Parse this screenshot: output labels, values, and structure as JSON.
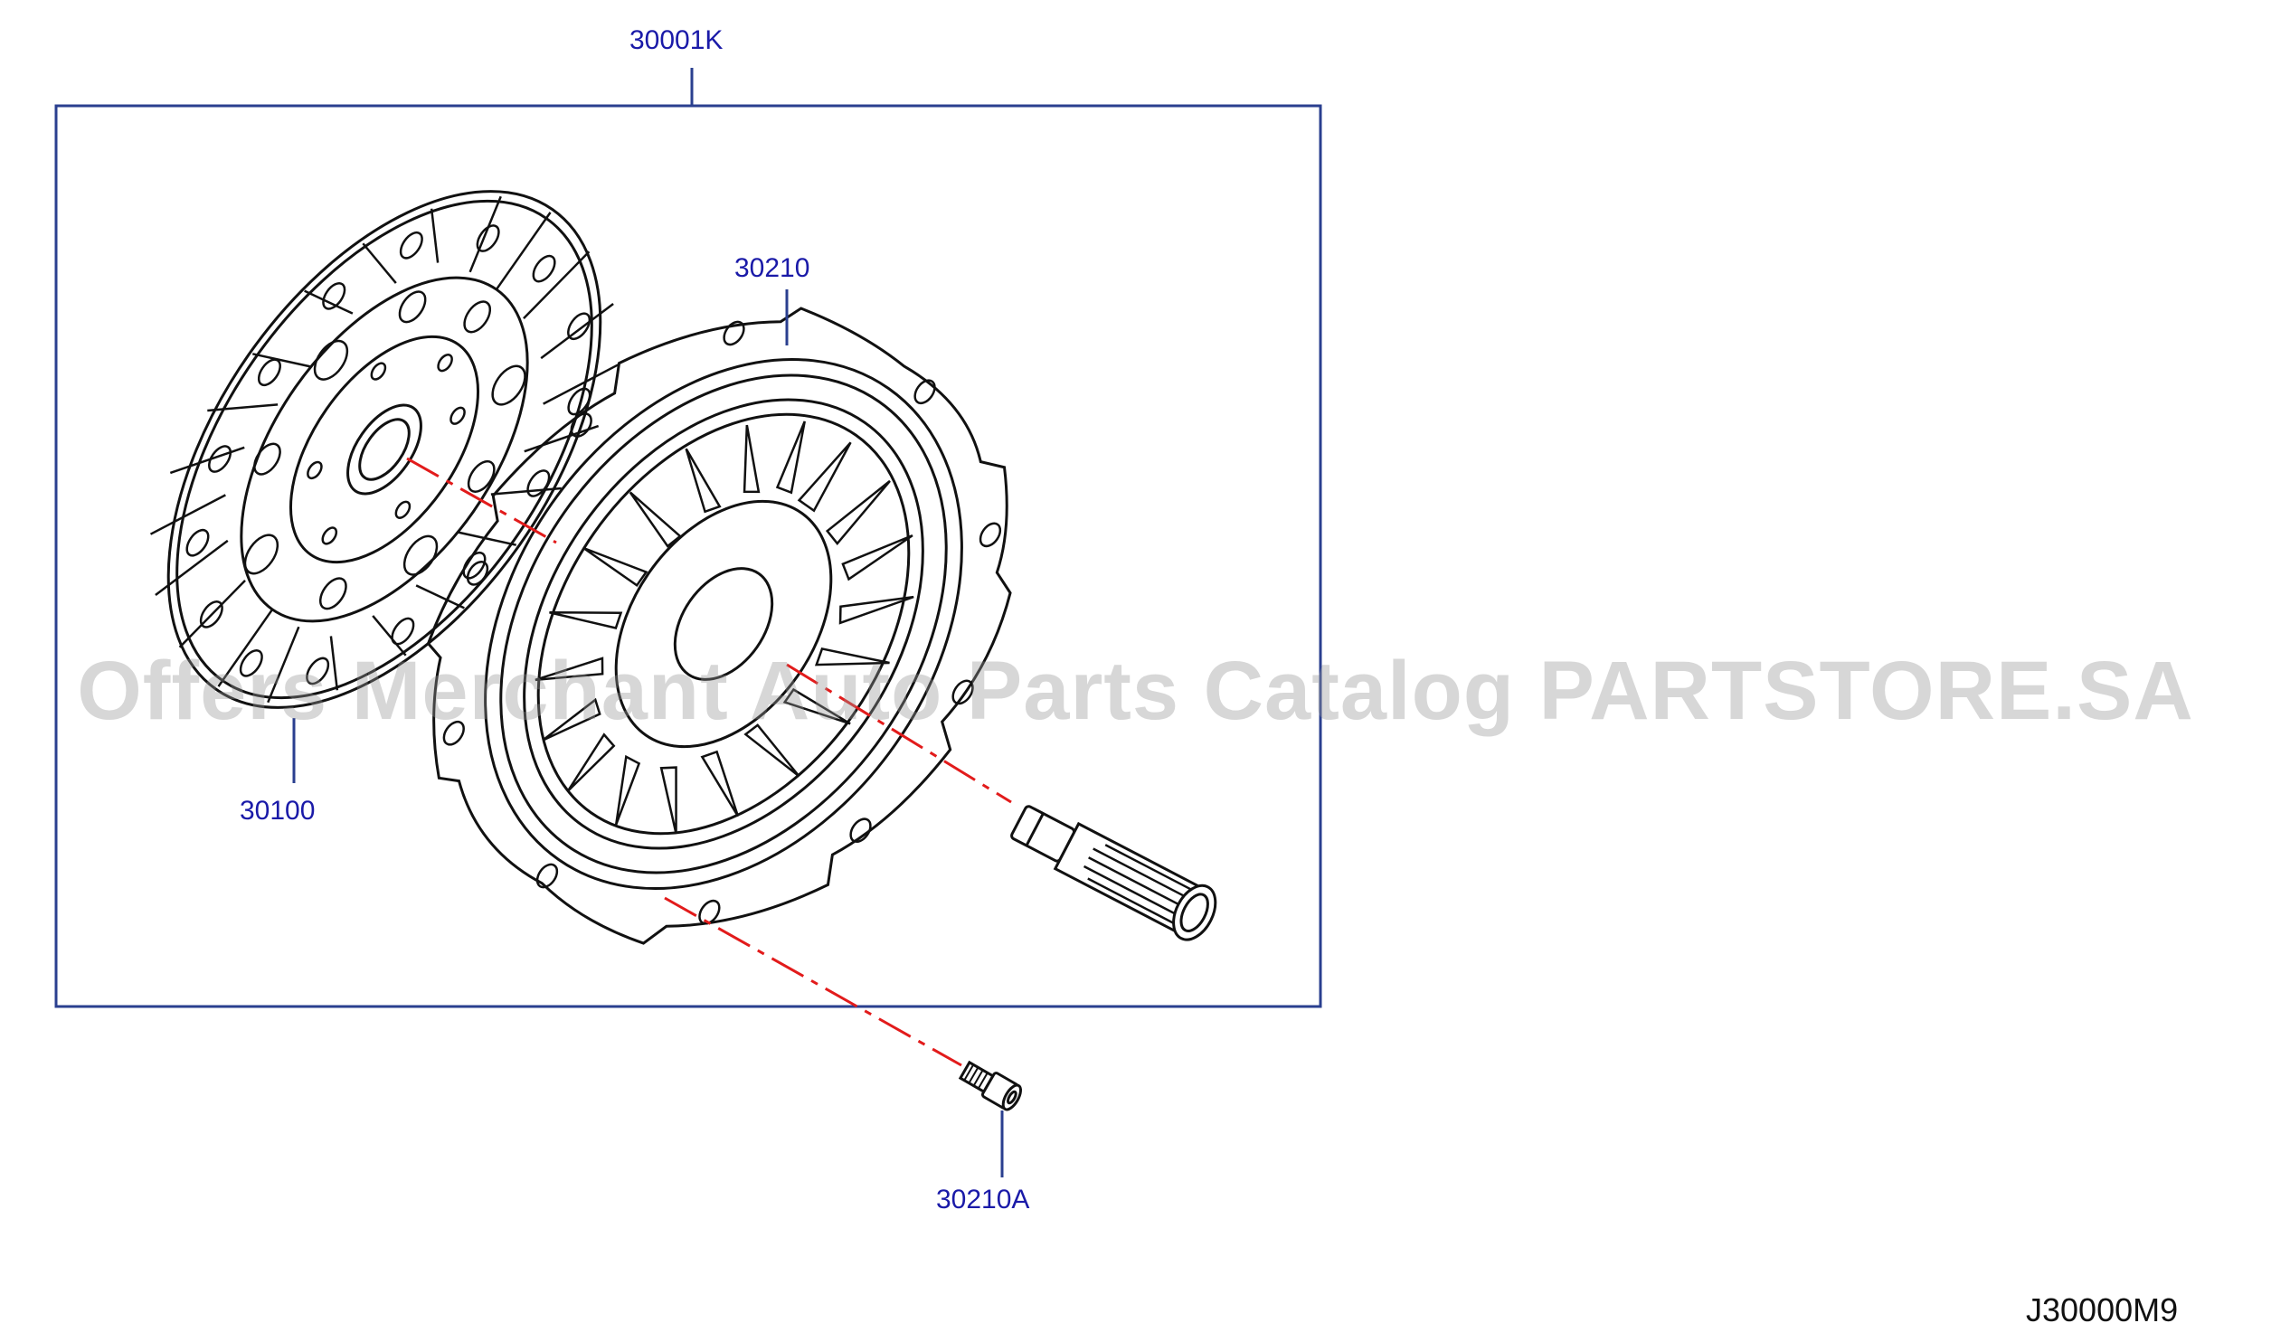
{
  "callouts": {
    "assembly": "30001K",
    "clutch_disc": "30100",
    "clutch_cover": "30210",
    "cover_bolt": "30210A"
  },
  "diagram_id": "J30000M9",
  "watermark": "Offers Merchant Auto Parts Catalog PARTSTORE.SA",
  "colors": {
    "callout_text": "#1a1aa8",
    "leader_line": "#2a3f8f",
    "center_line": "#e21b1b",
    "drawing": "#111111"
  }
}
